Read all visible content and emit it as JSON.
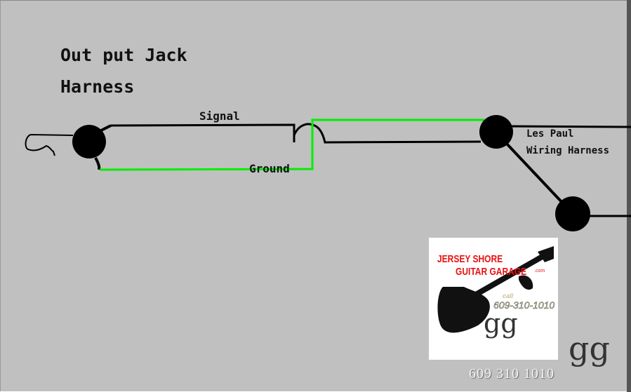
{
  "diagram": {
    "title_line1": "Out put Jack",
    "title_line2": "Harness",
    "signal_label": "Signal",
    "ground_label": "Ground",
    "harness_label_line1": "Les Paul",
    "harness_label_line2": "Wiring Harness",
    "colors": {
      "background": "#c0c0c0",
      "ground_wire": "#00ee00",
      "signal_wire": "#000000"
    }
  },
  "logo": {
    "line1": "JERSEY SHORE",
    "line2": "GUITAR GARAGE",
    "domain": ".com",
    "call": "call",
    "phone": "609-310-1010",
    "monogram": "gg"
  },
  "footer": {
    "phone": "609 310 1010",
    "monogram": "gg"
  }
}
